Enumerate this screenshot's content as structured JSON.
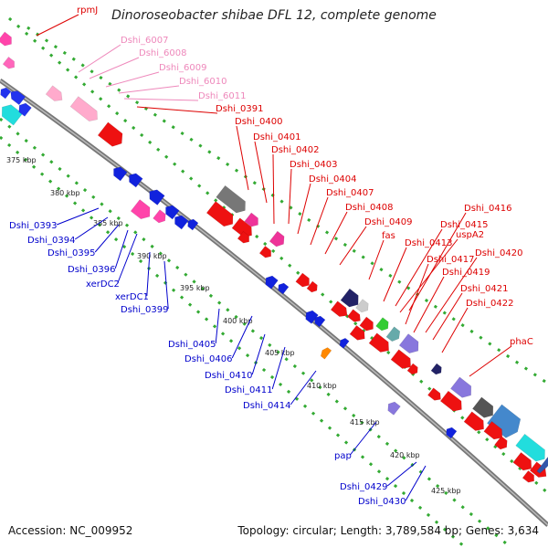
{
  "title": "Dinoroseobacter shibae DFL 12, complete genome",
  "accession": "Accession: NC_009952",
  "summary": "Topology: circular; Length: 3,789,584 bp; Genes: 3,634",
  "colors": {
    "forward_label": "#dd0000",
    "reverse_label": "#0000cc",
    "rna_label": "#ee88bb",
    "backbone": "#888888",
    "tick": "#33aa33"
  },
  "scale_labels": [
    "375 kbp",
    "380 kbp",
    "385 kbp",
    "390 kbp",
    "395 kbp",
    "400 kbp",
    "405 kbp",
    "410 kbp",
    "415 kbp",
    "420 kbp",
    "425 kbp"
  ],
  "forward_labels": [
    "rpmJ",
    "Dshi_0391",
    "Dshi_0400",
    "Dshi_0401",
    "Dshi_0402",
    "Dshi_0403",
    "Dshi_0404",
    "Dshi_0407",
    "Dshi_0408",
    "Dshi_0409",
    "fas",
    "Dshi_0413",
    "Dshi_0415",
    "uspA2",
    "Dshi_0416",
    "Dshi_0417",
    "Dshi_0419",
    "Dshi_0420",
    "Dshi_0421",
    "Dshi_0422",
    "phaC"
  ],
  "rna_labels": [
    "Dshi_6007",
    "Dshi_6008",
    "Dshi_6009",
    "Dshi_6010",
    "Dshi_6011"
  ],
  "reverse_labels": [
    "Dshi_0393",
    "Dshi_0394",
    "Dshi_0395",
    "Dshi_0396",
    "xerDC2",
    "xerDC1",
    "Dshi_0399",
    "Dshi_0405",
    "Dshi_0406",
    "Dshi_0410",
    "Dshi_0411",
    "Dshi_0414",
    "pap",
    "Dshi_0429",
    "Dshi_0430"
  ]
}
